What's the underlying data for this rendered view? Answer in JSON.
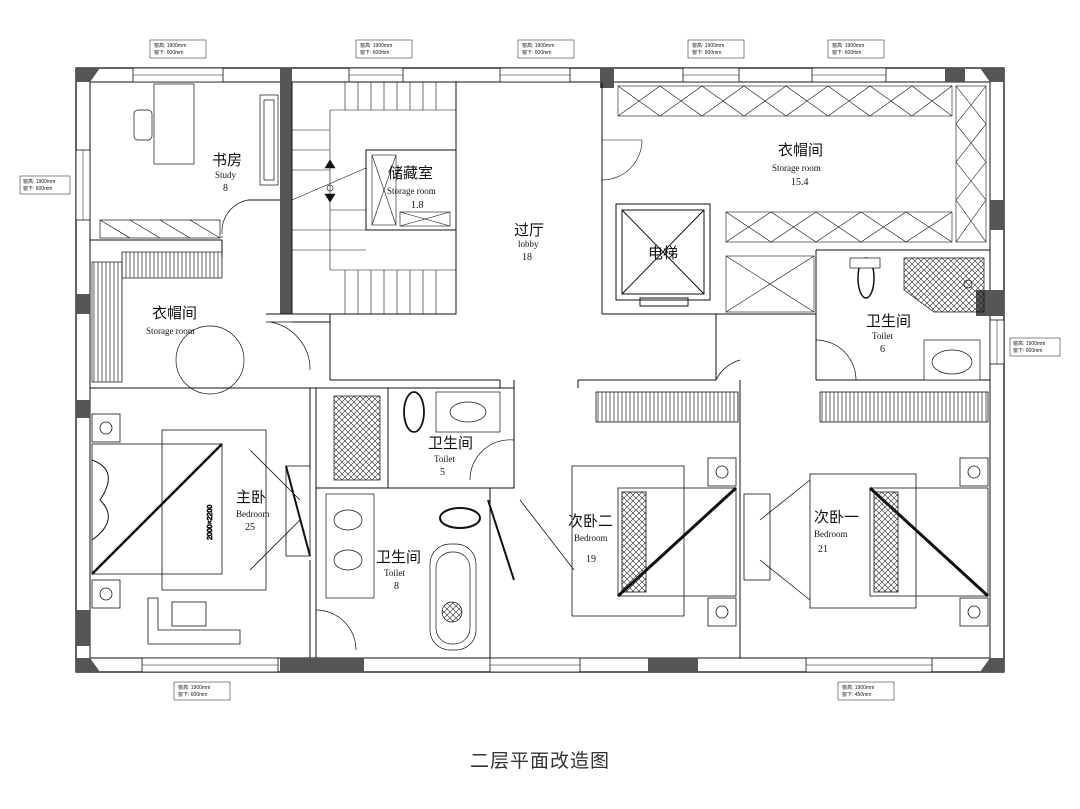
{
  "caption": "二层平面改造图",
  "rooms": [
    {
      "id": "study",
      "cn": "书房",
      "en": "Study",
      "area": "8"
    },
    {
      "id": "storage-small",
      "cn": "储藏室",
      "en": "Storage room",
      "area": "1.8"
    },
    {
      "id": "lobby",
      "cn": "过厅",
      "en": "lobby",
      "area": "18"
    },
    {
      "id": "cloak-right",
      "cn": "衣帽间",
      "en": "Storage room",
      "area": "15.4"
    },
    {
      "id": "elevator",
      "cn": "电梯",
      "en": "",
      "area": ""
    },
    {
      "id": "cloak-left",
      "cn": "衣帽间",
      "en": "Storage room",
      "area": ""
    },
    {
      "id": "toilet-6",
      "cn": "卫生间",
      "en": "Toilet",
      "area": "6"
    },
    {
      "id": "toilet-5",
      "cn": "卫生间",
      "en": "Toilet",
      "area": "5"
    },
    {
      "id": "master",
      "cn": "主卧",
      "en": "Bedroom",
      "area": "25"
    },
    {
      "id": "toilet-8",
      "cn": "卫生间",
      "en": "Toilet",
      "area": "8"
    },
    {
      "id": "second-bed-2",
      "cn": "次卧二",
      "en": "Bedroom",
      "area": "19"
    },
    {
      "id": "second-bed-1",
      "cn": "次卧一",
      "en": "Bedroom",
      "area": "21"
    }
  ],
  "window_note": {
    "line1": "窗高: 1900mm",
    "line2": "窗下: 600mm"
  },
  "window_note_alt": {
    "line1": "窗高: 1900mm",
    "line2": "窗下: 450mm"
  },
  "bed_dim": "2000×2200"
}
